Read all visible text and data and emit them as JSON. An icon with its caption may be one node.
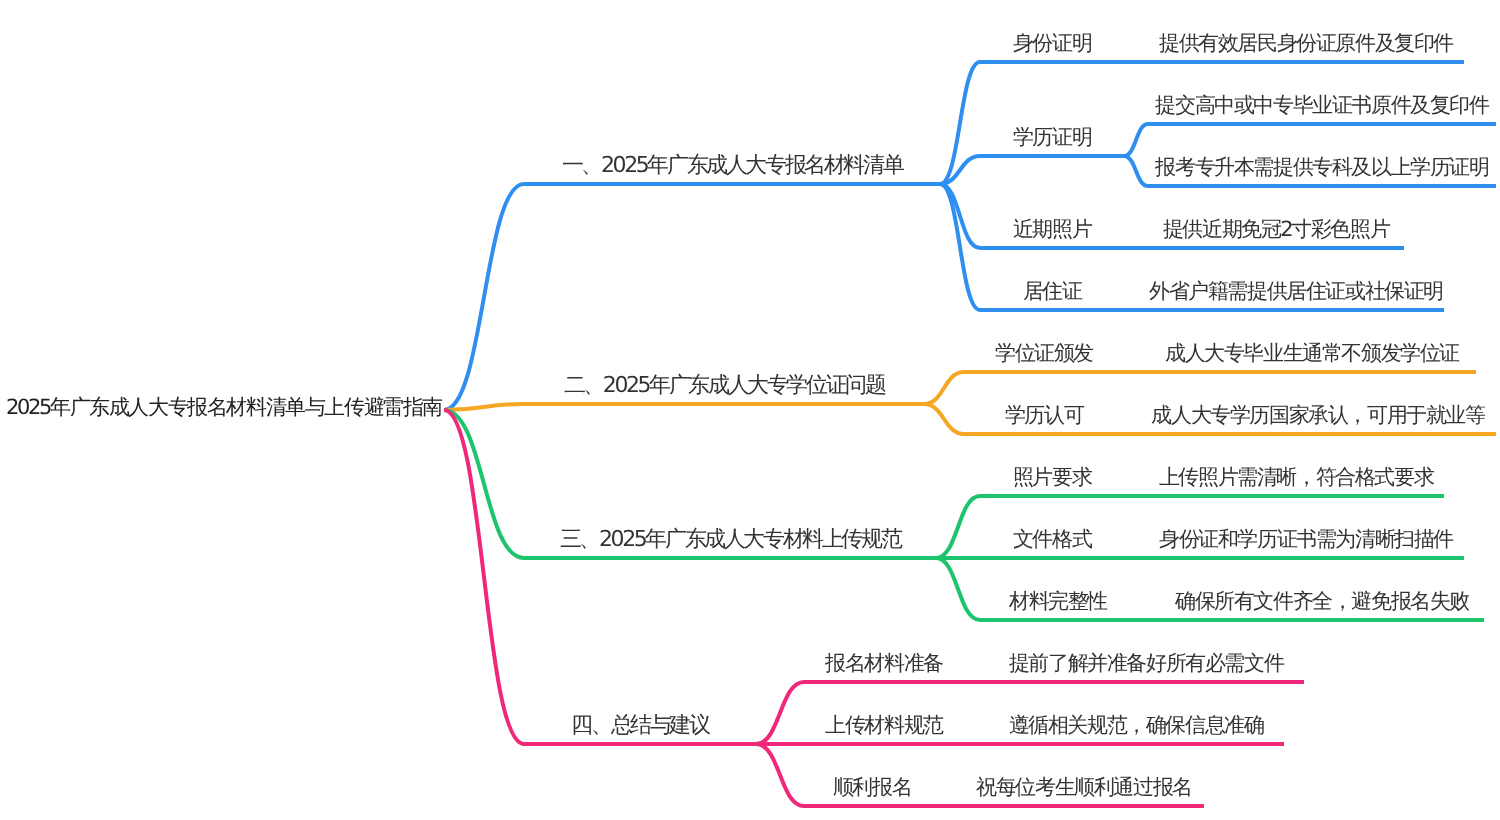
{
  "diagram": {
    "nodes": [
      {
        "text": [
          "2025年广东成人大专报名材料清单与上传避雷指南"
        ]
      },
      {
        "text": [
          "一、2025年广东成人大专报名材料清单"
        ]
      },
      {
        "text": [
          "身份证明"
        ]
      },
      {
        "text": [
          "提供有效居民身份证原件及复印件"
        ]
      },
      {
        "text": [
          "学历证明"
        ]
      },
      {
        "text": [
          "提交高中或中专毕业证书原件及复印件"
        ]
      },
      {
        "text": [
          "报考专升本需提供专科及以上学历证明"
        ]
      },
      {
        "text": [
          "近期照片"
        ]
      },
      {
        "text": [
          "提供近期免冠2寸彩色照片"
        ]
      },
      {
        "text": [
          "居住证"
        ]
      },
      {
        "text": [
          "外省户籍需提供居住证或社保证明"
        ]
      },
      {
        "text": [
          "二、2025年广东成人大专学位证问题"
        ]
      },
      {
        "text": [
          "学位证颁发"
        ]
      },
      {
        "text": [
          "成人大专毕业生通常不颁发学位证"
        ]
      },
      {
        "text": [
          "学历认可"
        ]
      },
      {
        "text": [
          "成人大专学历国家承认，可用于就业等"
        ]
      },
      {
        "text": [
          "三、2025年广东成人大专材料上传规范"
        ]
      },
      {
        "text": [
          "照片要求"
        ]
      },
      {
        "text": [
          "上传照片需清晰，符合格式要求"
        ]
      },
      {
        "text": [
          "文件格式"
        ]
      },
      {
        "text": [
          "身份证和学历证书需为清晰扫描件"
        ]
      },
      {
        "text": [
          "材料完整性"
        ]
      },
      {
        "text": [
          "确保所有文件齐全，避免报名失败"
        ]
      },
      {
        "text": [
          "四、总结与建议"
        ]
      },
      {
        "text": [
          "报名材料准备"
        ]
      },
      {
        "text": [
          "提前了解并准备好所有必需文件"
        ]
      },
      {
        "text": [
          "上传材料规范"
        ]
      },
      {
        "text": [
          "遵循相关规范，确保信息准确"
        ]
      },
      {
        "text": [
          "顺利报名"
        ]
      },
      {
        "text": [
          "祝每位考生顺利通过报名"
        ]
      }
    ],
    "edges": [
      {
        "from": 0,
        "to": 1,
        "arrow": "none"
      },
      {
        "from": 1,
        "to": 2,
        "arrow": "none"
      },
      {
        "from": 2,
        "to": 3,
        "arrow": "none"
      },
      {
        "from": 1,
        "to": 4,
        "arrow": "none"
      },
      {
        "from": 4,
        "to": 5,
        "arrow": "none"
      },
      {
        "from": 4,
        "to": 6,
        "arrow": "none"
      },
      {
        "from": 1,
        "to": 7,
        "arrow": "none"
      },
      {
        "from": 7,
        "to": 8,
        "arrow": "none"
      },
      {
        "from": 1,
        "to": 9,
        "arrow": "none"
      },
      {
        "from": 9,
        "to": 10,
        "arrow": "none"
      },
      {
        "from": 0,
        "to": 11,
        "arrow": "none",
        "color": "#f5a623"
      },
      {
        "from": 11,
        "to": 12,
        "arrow": "none",
        "color": "#f5a623"
      },
      {
        "from": 12,
        "to": 13,
        "arrow": "none",
        "color": "#f5a623"
      },
      {
        "from": 11,
        "to": 14,
        "arrow": "none",
        "color": "#f5a623"
      },
      {
        "from": 14,
        "to": 15,
        "arrow": "none",
        "color": "#f5a623"
      },
      {
        "from": 0,
        "to": 16,
        "arrow": "none",
        "color": "#1dc46e"
      },
      {
        "from": 16,
        "to": 17,
        "arrow": "none",
        "color": "#1dc46e"
      },
      {
        "from": 17,
        "to": 18,
        "arrow": "none",
        "color": "#1dc46e"
      },
      {
        "from": 16,
        "to": 19,
        "arrow": "none",
        "color": "#1dc46e"
      },
      {
        "from": 19,
        "to": 20,
        "arrow": "none",
        "color": "#1dc46e"
      },
      {
        "from": 16,
        "to": 21,
        "arrow": "none",
        "color": "#1dc46e"
      },
      {
        "from": 21,
        "to": 22,
        "arrow": "none",
        "color": "#1dc46e"
      },
      {
        "from": 0,
        "to": 23,
        "arrow": "none",
        "color": "#f0287a"
      },
      {
        "from": 23,
        "to": 24,
        "arrow": "none",
        "color": "#f0287a"
      },
      {
        "from": 24,
        "to": 25,
        "arrow": "none",
        "color": "#f0287a"
      },
      {
        "from": 23,
        "to": 26,
        "arrow": "none",
        "color": "#f0287a"
      },
      {
        "from": 26,
        "to": 27,
        "arrow": "none",
        "color": "#f0287a"
      },
      {
        "from": 23,
        "to": 28,
        "arrow": "none",
        "color": "#f0287a"
      },
      {
        "from": 28,
        "to": 29,
        "arrow": "none",
        "color": "#f0287a"
      }
    ]
  }
}
